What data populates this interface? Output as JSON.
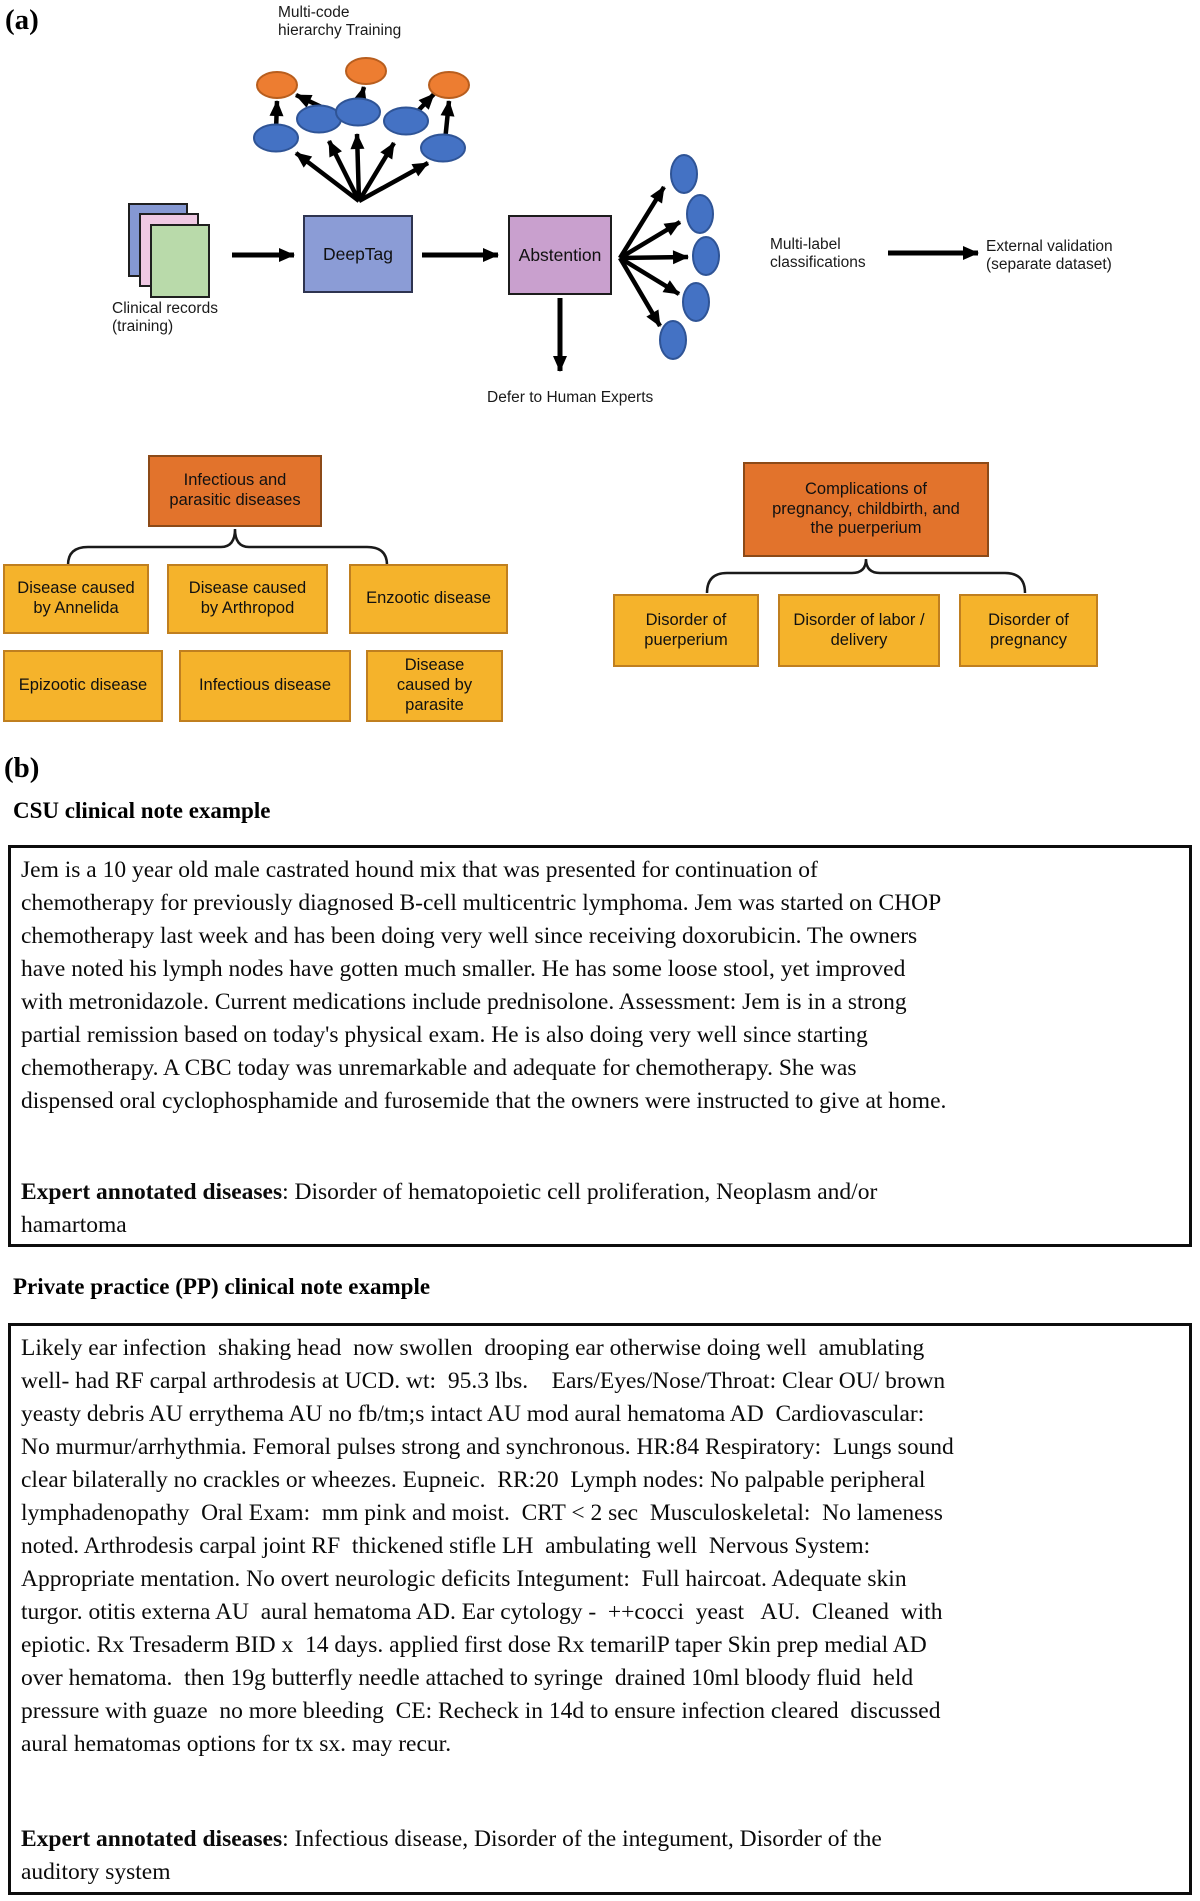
{
  "panel_a": {
    "label": "(a)",
    "multicode_caption": {
      "line1": "Multi-code",
      "line2": "hierarchy Training"
    },
    "records_caption": {
      "line1": "Clinical records",
      "line2": "(training)"
    },
    "deeptag_label": "DeepTag",
    "abstention_label": "Abstention",
    "multilabel_caption": {
      "line1": "Multi-label",
      "line2": "classifications"
    },
    "external_caption": {
      "line1": "External validation",
      "line2": "(separate dataset)"
    },
    "defer_caption": "Defer to Human Experts",
    "left_tree": {
      "parent_lines": [
        "Infectious and",
        "parasitic diseases"
      ],
      "children": [
        "Disease caused by Annelida",
        "Disease caused by Arthropod",
        "Enzootic disease",
        "Epizootic disease",
        "Infectious disease",
        "Disease caused by parasite"
      ]
    },
    "right_tree": {
      "parent_lines": [
        "Complications of",
        "pregnancy, childbirth, and",
        "the puerperium"
      ],
      "children": [
        "Disorder of puerperium",
        "Disorder of labor / delivery",
        "Disorder of pregnancy"
      ]
    },
    "colors": {
      "orange_node": "#ED7D31",
      "orange_node_border": "#B85E1E",
      "blue_node": "#4472C4",
      "blue_node_border": "#2F5496",
      "deeptag_fill": "#8B9CD6",
      "abstention_fill": "#C9A0CE",
      "record_blue": "#8598D2",
      "record_pink": "#EFC9E3",
      "record_green": "#B9DAAA",
      "tree_parent_fill": "#E2732C",
      "tree_child_fill": "#F5B32B"
    }
  },
  "panel_b": {
    "label": "(b)",
    "csu": {
      "heading": "CSU clinical note example",
      "note_lines": [
        "Jem is a 10 year old male castrated hound mix that was presented for continuation of",
        "chemotherapy for previously diagnosed B-cell multicentric lymphoma. Jem was started on CHOP",
        "chemotherapy last week and has been doing very well since receiving doxorubicin. The owners",
        "have noted his lymph nodes have gotten much smaller. He has some loose stool, yet improved",
        "with metronidazole. Current medications include prednisolone. Assessment: Jem is in a strong",
        "partial remission based on today's physical exam. He is also doing very well since starting",
        "chemotherapy. A CBC today was unremarkable and adequate for chemotherapy. She was",
        "dispensed oral cyclophosphamide and furosemide that the owners were instructed to give at home."
      ],
      "expert_label": "Expert annotated diseases",
      "expert_rest": ": Disorder of hematopoietic cell proliferation, Neoplasm and/or",
      "expert_line2": "hamartoma"
    },
    "pp": {
      "heading": "Private practice (PP) clinical note example",
      "note_lines": [
        "Likely ear infection  shaking head  now swollen  drooping ear otherwise doing well  amublating",
        "well- had RF carpal arthrodesis at UCD. wt:  95.3 lbs.    Ears/Eyes/Nose/Throat: Clear OU/ brown",
        "yeasty debris AU errythema AU no fb/tm;s intact AU mod aural hematoma AD  Cardiovascular:",
        "No murmur/arrhythmia. Femoral pulses strong and synchronous. HR:84 Respiratory:  Lungs sound",
        "clear bilaterally no crackles or wheezes. Eupneic.  RR:20  Lymph nodes: No palpable peripheral",
        "lymphadenopathy  Oral Exam:  mm pink and moist.  CRT < 2 sec  Musculoskeletal:  No lameness",
        "noted. Arthrodesis carpal joint RF  thickened stifle LH  ambulating well  Nervous System:",
        "Appropriate mentation. No overt neurologic deficits Integument:  Full haircoat. Adequate skin",
        "turgor. otitis externa AU  aural hematoma AD. Ear cytology -  ++cocci  yeast   AU.  Cleaned  with",
        "epiotic. Rx Tresaderm BID x  14 days. applied first dose Rx temarilP taper Skin prep medial AD",
        "over hematoma.  then 19g butterfly needle attached to syringe  drained 10ml bloody fluid  held",
        "pressure with guaze  no more bleeding  CE: Recheck in 14d to ensure infection cleared  discussed",
        "aural hematomas options for tx sx. may recur."
      ],
      "expert_label": "Expert annotated diseases",
      "expert_rest": ": Infectious disease, Disorder of the integument, Disorder of the",
      "expert_line2": "auditory system"
    }
  }
}
